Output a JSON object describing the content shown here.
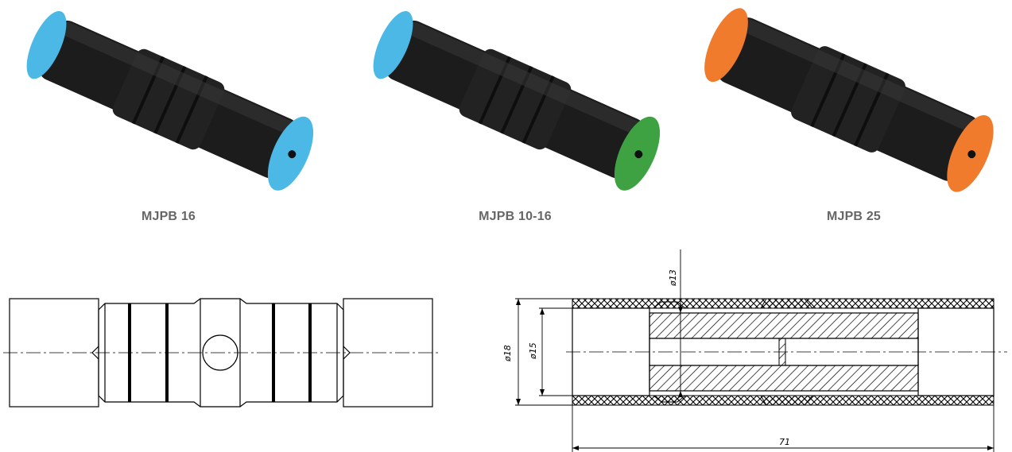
{
  "products": [
    {
      "label": "MJPB 16",
      "cap_left_color": "#4cb8e6",
      "cap_right_color": "#4cb8e6"
    },
    {
      "label": "MJPB 10-16",
      "cap_left_color": "#4cb8e6",
      "cap_right_color": "#3ea142"
    },
    {
      "label": "MJPB 25",
      "cap_left_color": "#f07b2c",
      "cap_right_color": "#f07b2c"
    }
  ],
  "section_view": {
    "dim_outer": "ø18",
    "dim_inner": "ø15",
    "dim_hole": "ø13",
    "dim_length": "71"
  }
}
